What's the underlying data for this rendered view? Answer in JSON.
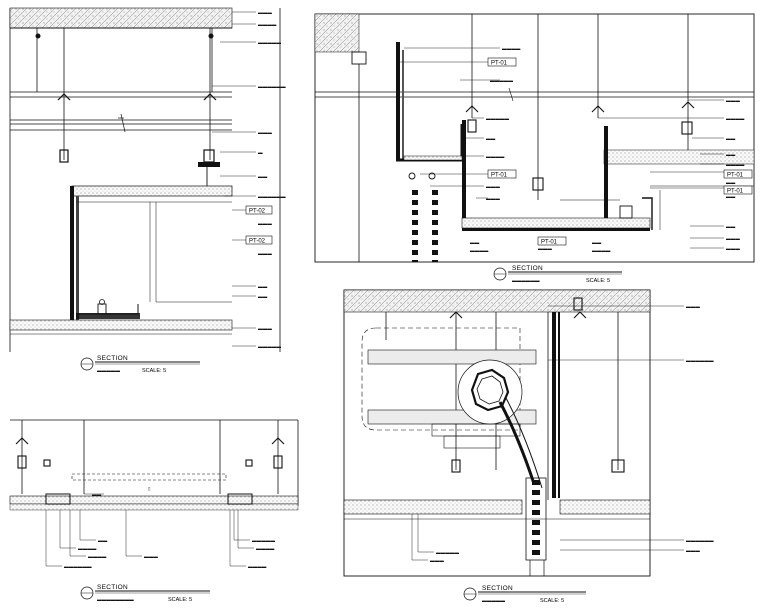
{
  "details": {
    "d1": {
      "section": "SECTION",
      "scale": "SCALE:  5",
      "pt1": "PT-02",
      "pt2": "PT-02"
    },
    "d2": {
      "section": "SECTION",
      "scale": "SCALE:  5",
      "pt1": "PT-01",
      "pt2": "PT-01",
      "pt3": "PT-01",
      "pt4": "PT-01",
      "pt5": "PT-01"
    },
    "d3": {
      "section": "SECTION",
      "scale": "SCALE:  5"
    },
    "d4": {
      "section": "SECTION",
      "scale": "SCALE:  5"
    }
  },
  "colors": {
    "ink": "#111111",
    "hatch": "#555555",
    "fill_light": "#e9e9e9"
  }
}
